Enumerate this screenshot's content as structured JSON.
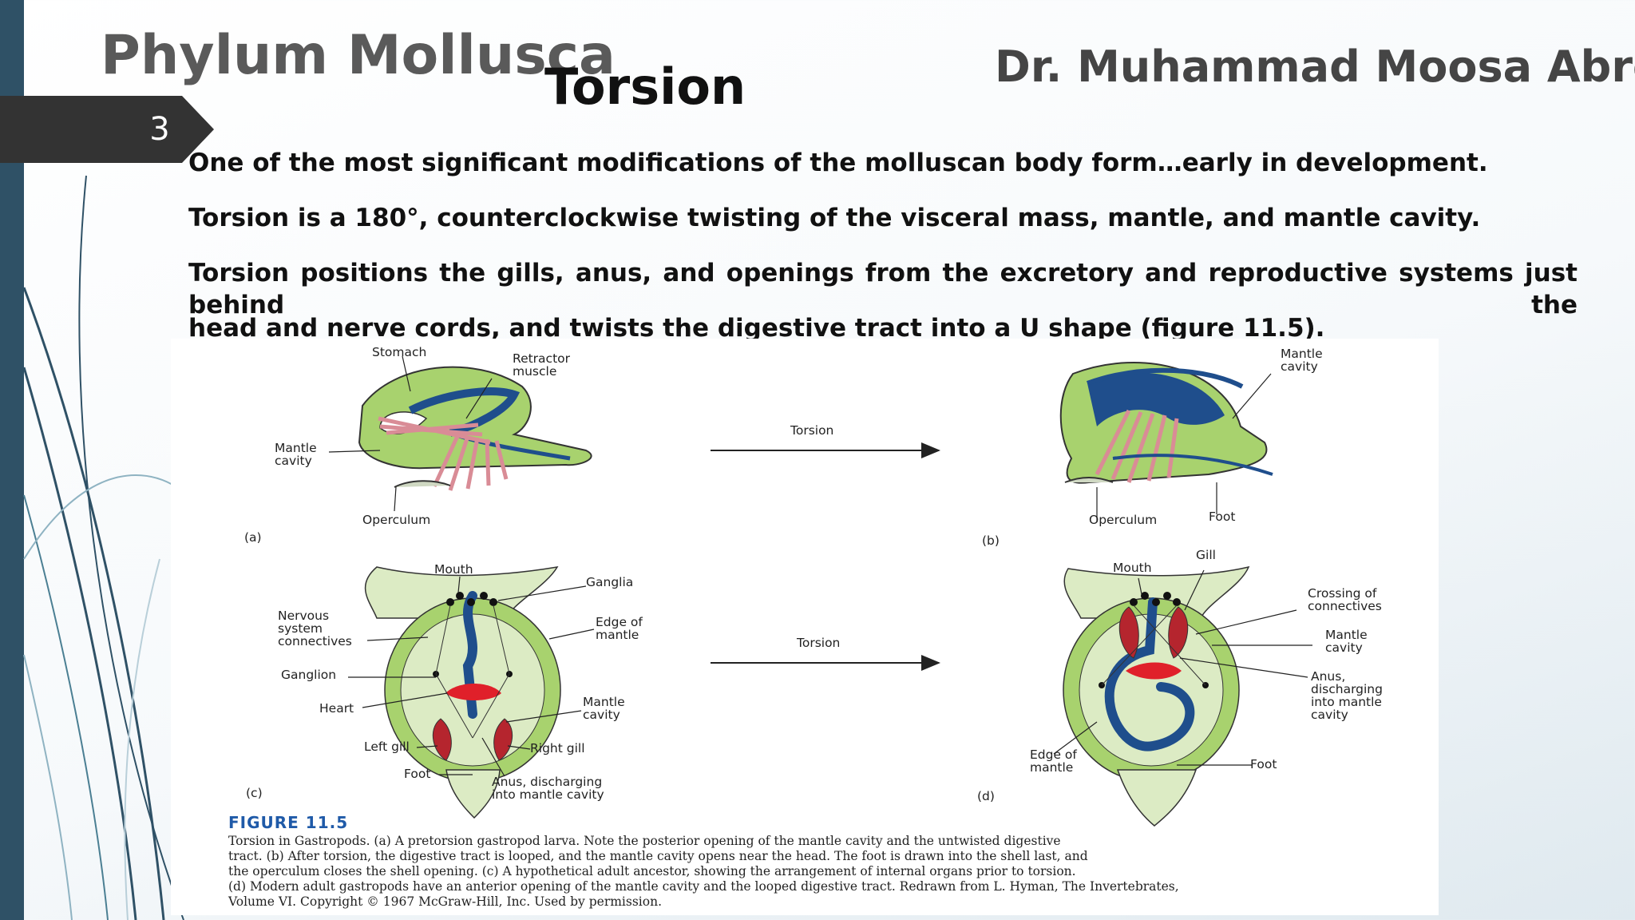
{
  "header": {
    "slide_title": "Phylum Mollusca",
    "section_title": "Torsion",
    "author": "Dr. Muhammad Moosa Abro",
    "page_number": "3"
  },
  "body": {
    "p1": "One of the most significant modifications of the molluscan body form…early in development.",
    "p2": "Torsion is a 180°, counterclockwise twisting of the visceral mass, mantle, and mantle cavity.",
    "p3a": " Torsion positions the gills, anus, and openings from the excretory and reproductive systems just behind the",
    "p3b": "head and nerve cords, and twists the digestive tract into a U shape (figure 11.5)."
  },
  "figure": {
    "panel_a": {
      "letter": "(a)",
      "stomach": "Stomach",
      "retractor_1": "Retractor",
      "retractor_2": "muscle",
      "mantle_1": "Mantle",
      "mantle_2": "cavity",
      "operculum": "Operculum"
    },
    "panel_b": {
      "letter": "(b)",
      "mantle_1": "Mantle",
      "mantle_2": "cavity",
      "operculum": "Operculum",
      "foot": "Foot"
    },
    "panel_c": {
      "letter": "(c)",
      "mouth": "Mouth",
      "ganglia": "Ganglia",
      "nervous_1": "Nervous",
      "nervous_2": "system",
      "nervous_3": "connectives",
      "edge_1": "Edge of",
      "edge_2": "mantle",
      "ganglion": "Ganglion",
      "heart": "Heart",
      "mantle_1": "Mantle",
      "mantle_2": "cavity",
      "left_gill": "Left gill",
      "right_gill": "Right gill",
      "foot": "Foot",
      "anus_1": "Anus, discharging",
      "anus_2": "into mantle cavity"
    },
    "panel_d": {
      "letter": "(d)",
      "mouth": "Mouth",
      "gill": "Gill",
      "crossing_1": "Crossing of",
      "crossing_2": "connectives",
      "mantle_1": "Mantle",
      "mantle_2": "cavity",
      "anus_1": "Anus,",
      "anus_2": "discharging",
      "anus_3": "into mantle",
      "anus_4": "cavity",
      "edge_1": "Edge of",
      "edge_2": "mantle",
      "foot": "Foot"
    },
    "arrow_top": "Torsion",
    "arrow_bottom": "Torsion",
    "fig_number": "FIGURE 11.5",
    "caption_1": "Torsion in Gastropods. (a) A pretorsion gastropod larva. Note the posterior opening of the mantle cavity and the untwisted digestive",
    "caption_2": "tract. (b) After torsion, the digestive tract is looped, and the mantle cavity opens near the head. The foot is drawn into the shell last, and",
    "caption_3": "the operculum closes the shell opening. (c) A hypothetical adult ancestor, showing the arrangement of internal organs prior to torsion.",
    "caption_4": "(d) Modern adult gastropods have an anterior opening of the mantle cavity and the looped digestive tract. Redrawn from L. Hyman, The Invertebrates,",
    "caption_5": "Volume VI. Copyright © 1967 McGraw-Hill, Inc. Used by permission."
  },
  "colors": {
    "sidebar": "#2f5166",
    "tab": "#333333",
    "shell_green": "#a8d26e",
    "body_green": "#dcebc4",
    "gut_blue": "#1f4e8c",
    "gill_red": "#b5252e",
    "heart_red": "#e0202a",
    "muscle_pink": "#d98c96",
    "fig_label": "#1f5aa8"
  }
}
